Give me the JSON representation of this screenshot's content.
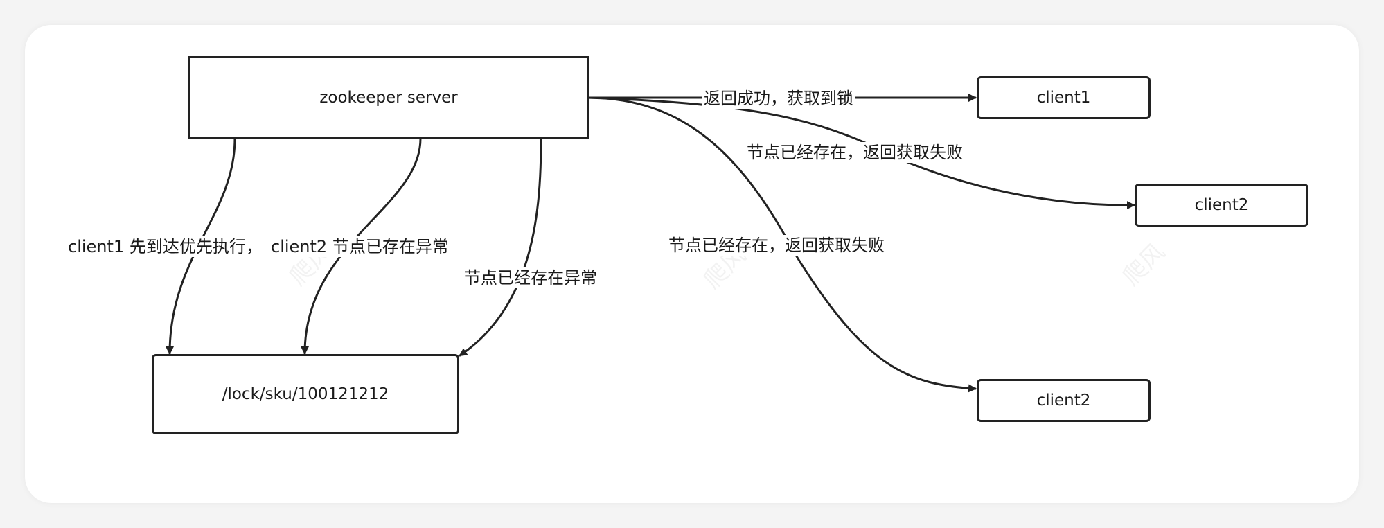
{
  "nodes": {
    "server": "zookeeper server",
    "lock_path": "/lock/sku/100121212",
    "client1": "client1",
    "client2_upper": "client2",
    "client2_lower": "client2"
  },
  "edges": {
    "server_to_client1": "返回成功，获取到锁",
    "server_to_client2_upper": "节点已经存在，返回获取失败",
    "server_to_client2_lower": "节点已经存在，返回获取失败",
    "server_to_lock_a": "client1 先到达优先执行，",
    "server_to_lock_b": "client2 节点已存在异常",
    "server_to_lock_c": "节点已经存在异常"
  },
  "watermark": "爬风",
  "colors": {
    "stroke": "#222222",
    "card": "#ffffff",
    "background": "#f4f4f4"
  }
}
